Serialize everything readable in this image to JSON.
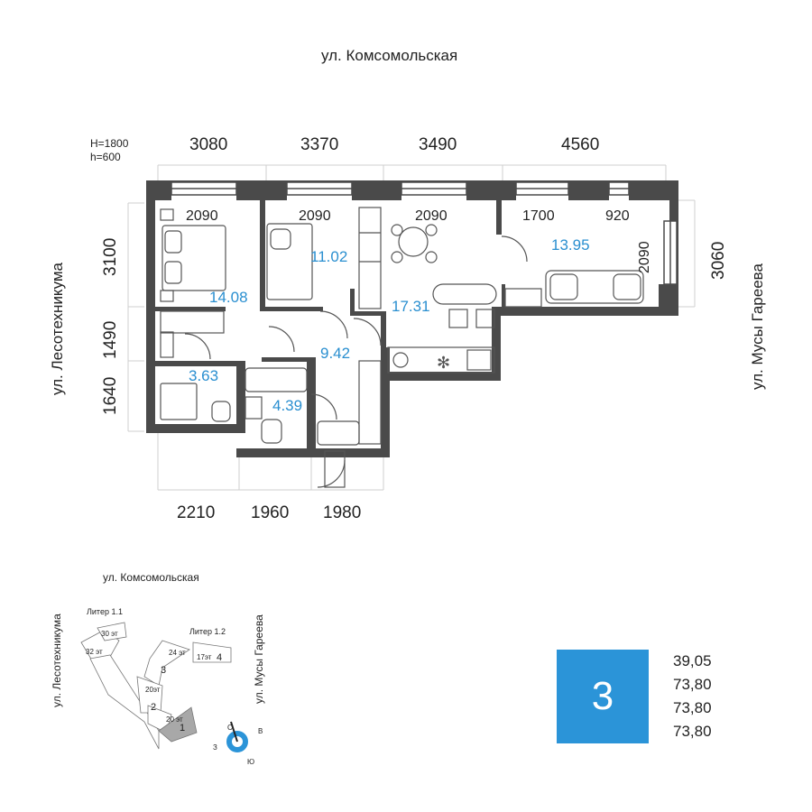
{
  "streets": {
    "top": "ул. Комсомольская",
    "left": "ул. Лесотехникума",
    "right": "ул. Мусы Гареева"
  },
  "window_heights": {
    "H": "H=1800",
    "h": "h=600"
  },
  "dimensions": {
    "top": [
      "3080",
      "3370",
      "3490",
      "4560"
    ],
    "bottom": [
      "2210",
      "1960",
      "1980"
    ],
    "left": [
      "3100",
      "1490",
      "1640"
    ],
    "right": [
      "3060"
    ]
  },
  "window_widths": [
    "2090",
    "2090",
    "2090",
    "1700",
    "920",
    "2090"
  ],
  "rooms": [
    {
      "area": "14.08"
    },
    {
      "area": "11.02"
    },
    {
      "area": "17.31"
    },
    {
      "area": "13.95"
    },
    {
      "area": "9.42"
    },
    {
      "area": "3.63"
    },
    {
      "area": "4.39"
    }
  ],
  "minimap": {
    "street_top": "ул. Комсомольская",
    "street_left": "ул. Лесотехникума",
    "street_right": "ул. Мусы Гареева",
    "liter_11": "Литер 1.1",
    "liter_12": "Литер 1.2",
    "floors_30": "30 эт",
    "floors_32": "32 эт",
    "floors_24": "24 эт",
    "floors_17": "17эт",
    "floors_20a": "20эт",
    "floors_20b": "20 эт",
    "section_1": "1",
    "section_2": "2",
    "section_3": "3",
    "section_4": "4",
    "compass": {
      "n": "С",
      "e": "В",
      "s": "Ю",
      "w": "З"
    }
  },
  "rooms_count": "3",
  "areas": [
    "39,05",
    "73,80",
    "73,80",
    "73,80"
  ],
  "colors": {
    "accent": "#2b94d8",
    "wall": "#4a4a4a",
    "room_text": "#2a8fd0",
    "highlight_section": "#a8a8a8"
  }
}
